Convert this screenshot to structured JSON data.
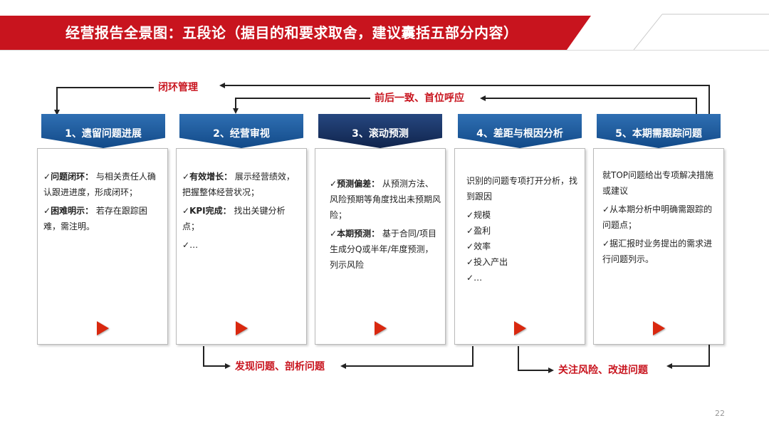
{
  "title": "经营报告全景图：五段论（据目的和要求取舍，建议囊括五部分内容）",
  "flows": {
    "top_loop": "闭环管理",
    "top_consistency": "前后一致、首位呼应",
    "bottom_left": "发现问题、剖析问题",
    "bottom_right": "关注风险、改进问题"
  },
  "steps": [
    {
      "heading": "1、遗留问题进展",
      "items": [
        {
          "check": "✓",
          "bold": "问题闭环：",
          "text": "与相关责任人确认跟进进度，形成闭环；"
        },
        {
          "check": "✓",
          "bold": "困难明示：",
          "text": "若存在跟踪困难，需注明。"
        }
      ]
    },
    {
      "heading": "2、经营审视",
      "items": [
        {
          "check": "✓",
          "bold": "有效增长：",
          "text": "展示经营绩效，把握整体经营状况；"
        },
        {
          "check": "✓",
          "bold": "KPI完成：",
          "text": "找出关键分析点；"
        },
        {
          "check": "✓",
          "bold": "",
          "text": "…"
        }
      ]
    },
    {
      "heading": "3、滚动预测",
      "items": [
        {
          "check": "✓",
          "bold": "预测偏差：",
          "text": "从预测方法、风险预期等角度找出未预期风险；"
        },
        {
          "check": "✓",
          "bold": "本期预测：",
          "text": "基于合同/项目生成分Q或半年/年度预测，列示风险"
        }
      ]
    },
    {
      "heading": "4、差距与根因分析",
      "intro": "识别的问题专项打开分析，找到跟因",
      "items": [
        {
          "check": "✓",
          "bold": "",
          "text": "规模"
        },
        {
          "check": "✓",
          "bold": "",
          "text": "盈利"
        },
        {
          "check": "✓",
          "bold": "",
          "text": "效率"
        },
        {
          "check": "✓",
          "bold": "",
          "text": "投入产出"
        },
        {
          "check": "✓",
          "bold": "",
          "text": "…"
        }
      ]
    },
    {
      "heading": "5、本期需跟踪问题",
      "intro": "就TOP问题给出专项解决措施或建议",
      "items": [
        {
          "check": "✓",
          "bold": "",
          "text": "从本期分析中明确需跟踪的问题点；"
        },
        {
          "check": "✓",
          "bold": "",
          "text": "据汇报时业务提出的需求进行问题列示。"
        }
      ]
    }
  ],
  "page_number": "22",
  "colors": {
    "accent_red": "#c8141e",
    "step_blue": "#1f5ea3",
    "step_navy": "#1a3566"
  }
}
